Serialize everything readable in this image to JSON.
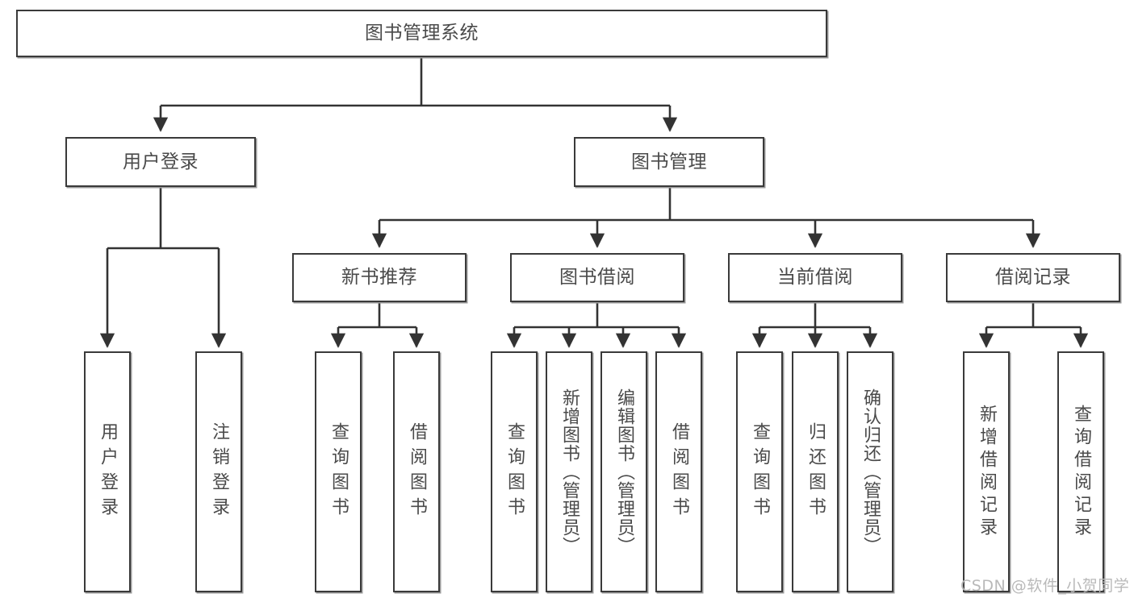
{
  "diagram": {
    "title": "图书管理系统",
    "type": "tree-hierarchy-diagram",
    "root": {
      "label": "图书管理系统"
    },
    "level2": [
      {
        "label": "用户登录"
      },
      {
        "label": "图书管理"
      }
    ],
    "level3": [
      {
        "label": "新书推荐"
      },
      {
        "label": "图书借阅"
      },
      {
        "label": "当前借阅"
      },
      {
        "label": "借阅记录"
      }
    ],
    "leaves": {
      "user_login": [
        {
          "label": "用户登录"
        },
        {
          "label": "注销登录"
        }
      ],
      "new_book_recommend": [
        {
          "label": "查询图书"
        },
        {
          "label": "借阅图书"
        }
      ],
      "book_borrow": [
        {
          "label": "查询图书"
        },
        {
          "label": "新增图书（管理员）"
        },
        {
          "label": "编辑图书（管理员）"
        },
        {
          "label": "借阅图书"
        }
      ],
      "current_borrow": [
        {
          "label": "查询图书"
        },
        {
          "label": "归还图书"
        },
        {
          "label": "确认归还（管理员）"
        }
      ],
      "borrow_record": [
        {
          "label": "新增借阅记录"
        },
        {
          "label": "查询借阅记录"
        }
      ]
    }
  },
  "watermark": {
    "text": "CSDN @软件_小贺同学"
  },
  "colors": {
    "box_border": "#3a3a3a",
    "box_shadow": "#9a9a9a",
    "text": "#4a4a4a",
    "connector": "#333333",
    "background": "#ffffff",
    "watermark": "#b9b9b9"
  }
}
